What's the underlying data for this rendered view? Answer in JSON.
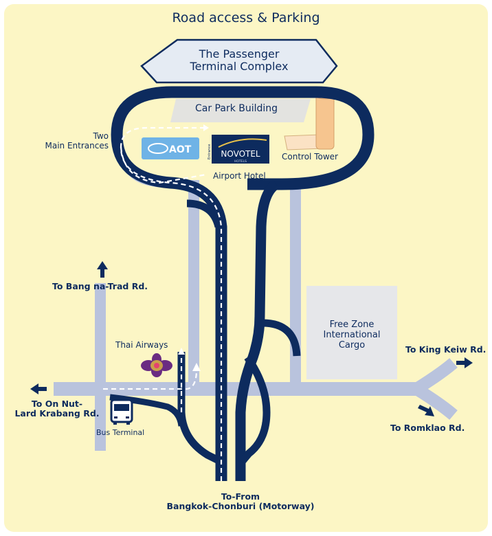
{
  "title": "Road access & Parking",
  "terminal": {
    "line1": "The Passenger",
    "line2": "Terminal Complex"
  },
  "car_park": "Car Park Building",
  "control_tower": "Control Tower",
  "airport_hotel": "Airport Hotel",
  "entrances": {
    "line1": "Two",
    "line2": "Main Entrances"
  },
  "aot_logo": "AOT",
  "novotel_logo": {
    "name": "NOVOTEL",
    "sub": "HOTELS"
  },
  "hotel_entrance_mark": "Entrance",
  "thai_airways": "Thai Airways",
  "bus_terminal": "Bus Terminal",
  "free_zone": {
    "line1": "Free Zone",
    "line2": "International",
    "line3": "Cargo"
  },
  "destinations": {
    "bang_na": "To Bang na-Trad Rd.",
    "on_nut": {
      "line1": "To On Nut-",
      "line2": "Lard Krabang Rd."
    },
    "king_keiw": "To King Keiw Rd.",
    "romklao": "To Romklao Rd.",
    "motorway": {
      "line1": "To-From",
      "line2": "Bangkok-Chonburi (Motorway)"
    }
  },
  "colors": {
    "background": "#fcf6c5",
    "road_dark": "#0d2b5e",
    "road_light": "#b9c3dd",
    "tower": "#f6c58f",
    "logo_blue": "#6fb3e6",
    "thai_purple": "#6a2c82",
    "thai_gold": "#c9a04b"
  },
  "icons": [
    "up-arrow-icon",
    "left-arrow-icon",
    "right-arrow-icon",
    "bus-icon",
    "thai-airways-logo"
  ]
}
